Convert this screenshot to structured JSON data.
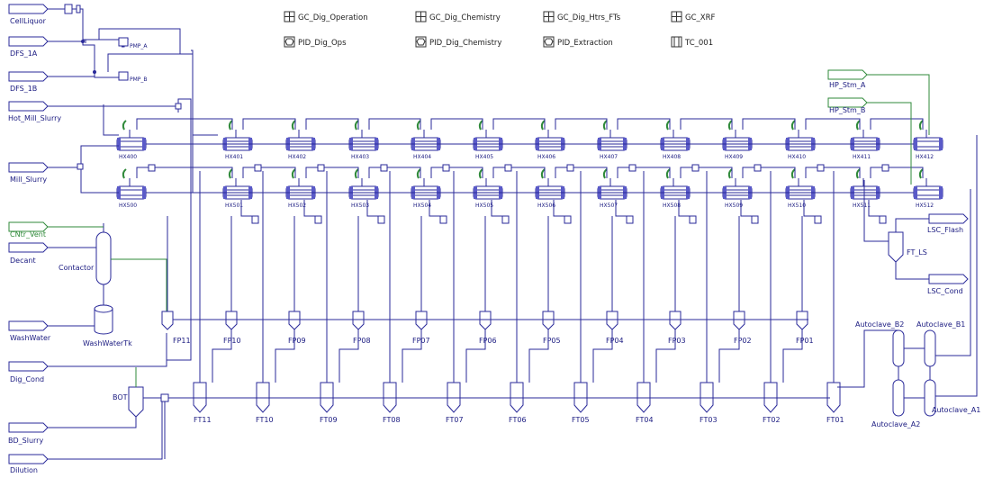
{
  "streams": {
    "cell_liquor": "CellLiquor",
    "dfs_1a": "DFS_1A",
    "dfs_1b": "DFS_1B",
    "hot_mill_slurry": "Hot_Mill_Slurry",
    "mill_slurry": "Mill_Slurry",
    "cntr_vent": "CNtr_Vent",
    "decant": "Decant",
    "wash_water": "WashWater",
    "dig_cond": "Dig_Cond",
    "bd_slurry": "BD_Slurry",
    "dilution": "Dilution",
    "hp_stm_a": "HP_Stm_A",
    "hp_stm_b": "HP_Stm_B",
    "lsc_flash": "LSC_Flash",
    "lsc_cond": "LSC_Cond"
  },
  "pumps": {
    "pump_a": "PMP_A",
    "pump_b": "PMP_B"
  },
  "links": [
    {
      "label": "GC_Dig_Operation",
      "kind": "grid"
    },
    {
      "label": "GC_Dig_Chemistry",
      "kind": "grid"
    },
    {
      "label": "GC_Dig_Htrs_FTs",
      "kind": "grid"
    },
    {
      "label": "GC_XRF",
      "kind": "grid"
    },
    {
      "label": "PID_Dig_Ops",
      "kind": "pid"
    },
    {
      "label": "PID_Dig_Chemistry",
      "kind": "pid"
    },
    {
      "label": "PID_Extraction",
      "kind": "pid"
    },
    {
      "label": "TC_001",
      "kind": "tc"
    }
  ],
  "heaters_top": [
    "HX400",
    "HX401",
    "HX402",
    "HX403",
    "HX404",
    "HX405",
    "HX406",
    "HX407",
    "HX408",
    "HX409",
    "HX410",
    "HX411",
    "HX412"
  ],
  "heaters_bottom": [
    "HX500",
    "HX501",
    "HX502",
    "HX503",
    "HX504",
    "HX505",
    "HX506",
    "HX507",
    "HX508",
    "HX509",
    "HX510",
    "HX511",
    "HX512"
  ],
  "flash_pots": [
    "FP11",
    "FP10",
    "FP09",
    "FP08",
    "FP07",
    "FP06",
    "FP05",
    "FP04",
    "FP03",
    "FP02",
    "FP01"
  ],
  "flash_tanks": [
    "FT11",
    "FT10",
    "FT09",
    "FT08",
    "FT07",
    "FT06",
    "FT05",
    "FT04",
    "FT03",
    "FT02",
    "FT01"
  ],
  "units": {
    "contactor": "Contactor",
    "wash_water_tk": "WashWaterTk",
    "blow_off": "BOT",
    "ft_ls": "FT_LS",
    "autoclave_a1": "Autoclave_A1",
    "autoclave_a2": "Autoclave_A2",
    "autoclave_b1": "Autoclave_B1",
    "autoclave_b2": "Autoclave_B2"
  },
  "colors": {
    "line": "#2a2a9a",
    "green": "#2f8a3a",
    "heater_band": "#5a5ac8",
    "text": "#1a1a80"
  }
}
